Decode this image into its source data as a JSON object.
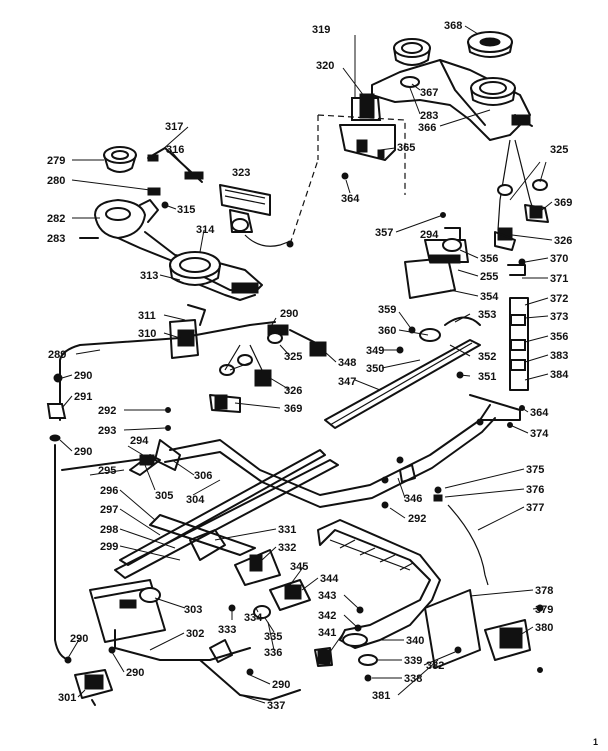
{
  "diagram": {
    "labels": [
      "319",
      "320",
      "368",
      "367",
      "283",
      "366",
      "365",
      "364",
      "317",
      "316",
      "315",
      "279",
      "280",
      "282",
      "283",
      "314",
      "323",
      "313",
      "325",
      "369",
      "326",
      "357",
      "294",
      "356",
      "255",
      "354",
      "370",
      "371",
      "372",
      "373",
      "356",
      "383",
      "384",
      "311",
      "310",
      "290",
      "325",
      "348",
      "326",
      "369",
      "289",
      "290",
      "291",
      "292",
      "293",
      "290",
      "294",
      "295",
      "305",
      "306",
      "304",
      "359",
      "360",
      "349",
      "350",
      "353",
      "352",
      "351",
      "347",
      "364",
      "374",
      "375",
      "376",
      "377",
      "346",
      "292",
      "296",
      "297",
      "298",
      "299",
      "303",
      "331",
      "332",
      "345",
      "344",
      "333",
      "334",
      "335",
      "336",
      "343",
      "342",
      "341",
      "340",
      "339",
      "338",
      "381",
      "382",
      "378",
      "379",
      "380",
      "290",
      "301",
      "302",
      "290",
      "337",
      "290"
    ],
    "page_number": "1"
  }
}
